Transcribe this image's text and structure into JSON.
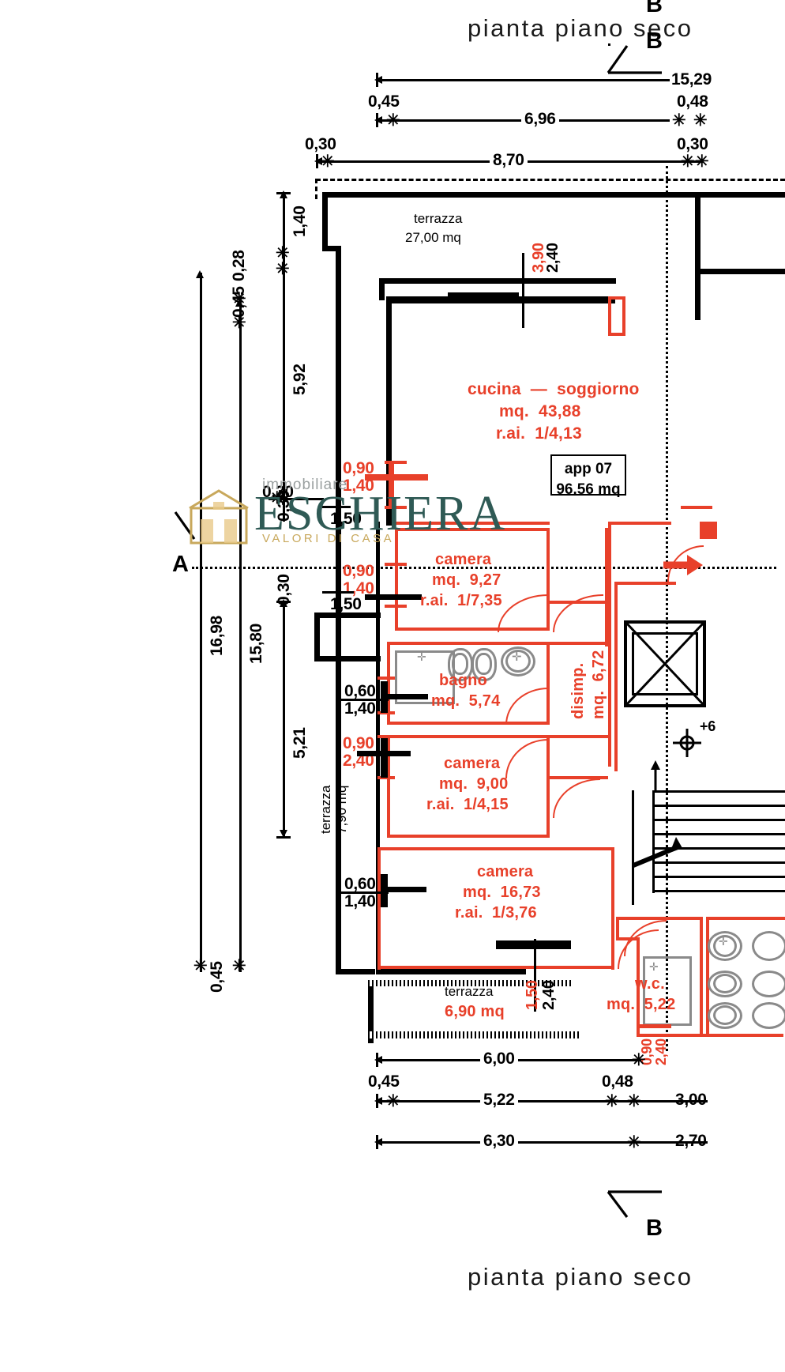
{
  "drawing": {
    "title_top": "pianta piano seco",
    "title_bottom": "pianta piano seco",
    "section_mark_top": "B",
    "section_mark_top2": "B",
    "section_mark_bottom": "B",
    "section_mark_left": "A"
  },
  "watermark": {
    "pre": "immobiliare",
    "main": "ESCHIERA",
    "sub": "VALORI DI CASA"
  },
  "apartment_box": {
    "name": "app 07",
    "area": "96.56 mq"
  },
  "rooms": [
    {
      "name": "terrazza",
      "area": "27,00 mq",
      "rai": ""
    },
    {
      "name": "cucina  —  soggiorno",
      "area": "mq.  43,88",
      "rai": "r.ai.  1/4,13"
    },
    {
      "name": "camera",
      "area": "mq.  9,27",
      "rai": "r.ai.  1/7,35"
    },
    {
      "name": "bagno",
      "area": "mq.  5,74",
      "rai": ""
    },
    {
      "name": "disimp.",
      "area": "mq.  6,72",
      "rai": ""
    },
    {
      "name": "camera",
      "area": "mq.  9,00",
      "rai": "r.ai.  1/4,15"
    },
    {
      "name": "camera",
      "area": "mq.  16,73",
      "rai": "r.ai.  1/3,76"
    },
    {
      "name": "terrazza",
      "area": "7,90 mq",
      "rai": ""
    },
    {
      "name": "terrazza",
      "area": "6,90 mq",
      "rai": ""
    },
    {
      "name": "w.c.",
      "area": "mq.  5,22",
      "rai": ""
    }
  ],
  "dimensions": {
    "top_chain_1": [
      "15,29"
    ],
    "top_chain_2": [
      "0,45",
      "6,96",
      "0,48"
    ],
    "top_chain_3": [
      "0,30",
      "8,70",
      "0,30"
    ],
    "left_chain_outer": [
      "16,98"
    ],
    "left_chain_inner": [
      "15,80"
    ],
    "left_small_a": "0,45",
    "left_small_b": "0,28",
    "left_chain_mid": [
      "1,40",
      "5,92"
    ],
    "left_chain_low": [
      "0,30",
      "5,21"
    ],
    "left_bottom": "0,45",
    "bottom_chain_1": [
      "6,00"
    ],
    "bottom_chain_2": [
      "0,45",
      "5,22",
      "0,48"
    ],
    "bottom_chain_2_right": "3,00",
    "bottom_chain_3": [
      "6,30"
    ],
    "bottom_chain_3_right": "2,70"
  },
  "openings": [
    {
      "w": "3,90",
      "h": "2,40",
      "pos": "cucina-north"
    },
    {
      "w": "0,90",
      "h": "1,40",
      "pos": "cucina-west"
    },
    {
      "w": "1,50",
      "h": "",
      "pos": "cucina-west-sill"
    },
    {
      "w": "0,90",
      "h": "1,40",
      "pos": "camera1-west"
    },
    {
      "w": "1,50",
      "h": "",
      "pos": "camera1-west-sill"
    },
    {
      "w": "0,60",
      "h": "1,40",
      "pos": "bagno-west"
    },
    {
      "w": "0,90",
      "h": "2,40",
      "pos": "camera2-west"
    },
    {
      "w": "0,60",
      "h": "1,40",
      "pos": "camera3-west"
    },
    {
      "w": "1,50",
      "h": "2,40",
      "pos": "terrazza-south"
    },
    {
      "w": "0,90",
      "h": "2,40",
      "pos": "wc-south"
    }
  ],
  "colors": {
    "red": "#e8402a",
    "black": "#000000",
    "gray_fixture": "#8a8a8a",
    "watermark_teal": "#2f5a55",
    "watermark_gold": "#c8a85c",
    "watermark_gray": "#9aa0a0"
  }
}
